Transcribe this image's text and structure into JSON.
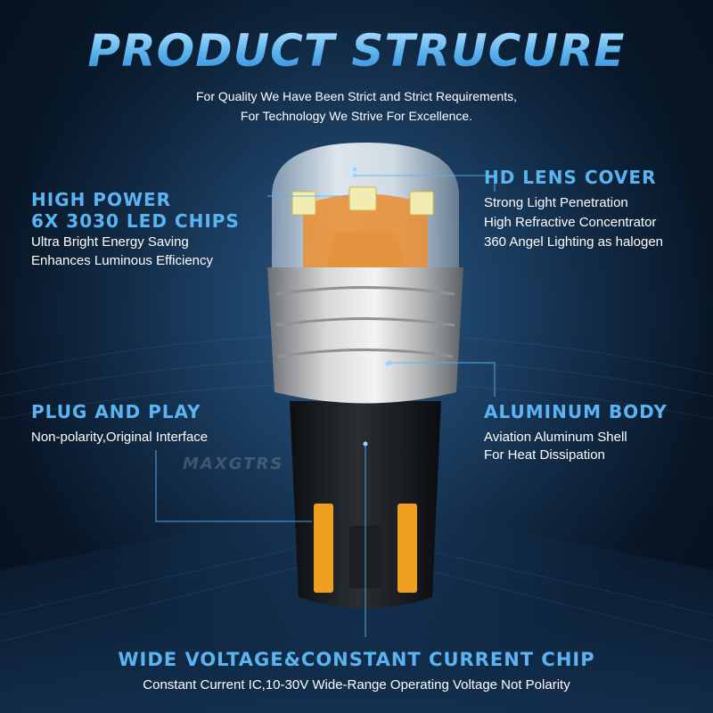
{
  "header": {
    "title": "PRODUCT STRUCURE",
    "subtitle_lines": [
      "For Quality We Have Been Strict and Strict Requirements,",
      "For Technology We Strive For Excellence."
    ]
  },
  "features": {
    "high_power": {
      "heading_lines": [
        "HIGH POWER",
        "6X 3030 LED CHIPS"
      ],
      "desc_lines": [
        "Ultra Bright Energy Saving",
        "Enhances Luminous Efficiency"
      ]
    },
    "hd_lens": {
      "heading": "HD LENS COVER",
      "desc_lines": [
        "Strong Light Penetration",
        "High Refractive Concentrator",
        "360 Angel Lighting as halogen"
      ]
    },
    "plug_play": {
      "heading": "PLUG AND PLAY",
      "desc_lines": [
        "Non-polarity,Original Interface"
      ]
    },
    "aluminum": {
      "heading": "ALUMINUM BODY",
      "desc_lines": [
        "Aviation Aluminum Shell",
        "For Heat Dissipation"
      ]
    },
    "voltage": {
      "heading": "WIDE VOLTAGE&CONSTANT CURRENT CHIP",
      "desc": "Constant Current IC,10-30V Wide-Range Operating Voltage Not Polarity"
    }
  },
  "watermark": "MAXGTRS",
  "colors": {
    "accent": "#5ab4f2",
    "background": "#0b1e33",
    "chip_amber": "#f0a020"
  }
}
